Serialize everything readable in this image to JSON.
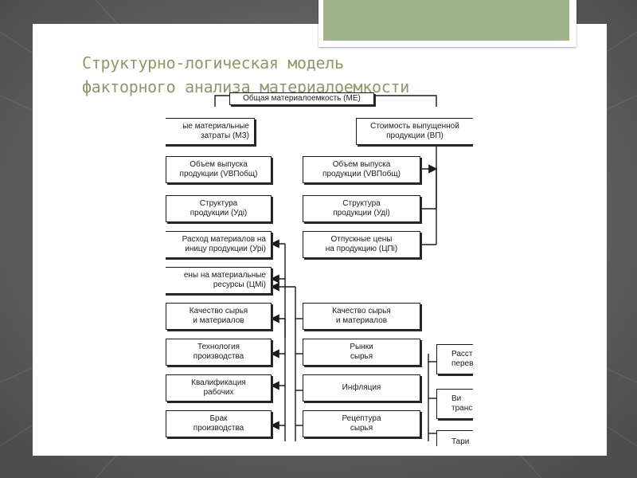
{
  "slide": {
    "title_line1": "Структурно-логическая модель",
    "title_line2": "факторного анализа материалоемкости"
  },
  "diagram": {
    "root": "Общая материалоемкость (МЕ)",
    "left_head": [
      "ые материальные",
      "затраты (МЗ)"
    ],
    "right_head": [
      "Стоимость выпущенной",
      "продукции (ВП)"
    ],
    "left_factors": [
      [
        "Объем выпуска",
        "продукции (VВПобщ)"
      ],
      [
        "Структура",
        "продукции (Удi)"
      ],
      [
        "Расход материалов на",
        "иницу продукции (Урi)"
      ],
      [
        "ены на материальные",
        "ресурсы (ЦМi)"
      ],
      [
        "Качество сырья",
        "и материалов"
      ],
      [
        "Технология",
        "производства"
      ],
      [
        "Квалификация",
        "рабочих"
      ],
      [
        "Брак",
        "производства"
      ]
    ],
    "right_factors": [
      [
        "Объем выпуска",
        "продукции (VВПобщ)"
      ],
      [
        "Структура",
        "продукции (Удi)"
      ],
      [
        "Отпускные цены",
        "на продукцию (ЦПi)"
      ]
    ],
    "middle_factors": [
      [
        "Качество сырья",
        "и материалов"
      ],
      [
        "Рынки",
        "сырья"
      ],
      [
        "Инфляция"
      ],
      [
        "Рецептура",
        "сырья"
      ]
    ],
    "far_right_factors": [
      [
        "Рассто",
        "перев"
      ],
      [
        "Ви",
        "трансп"
      ],
      [
        "Тари"
      ]
    ]
  }
}
